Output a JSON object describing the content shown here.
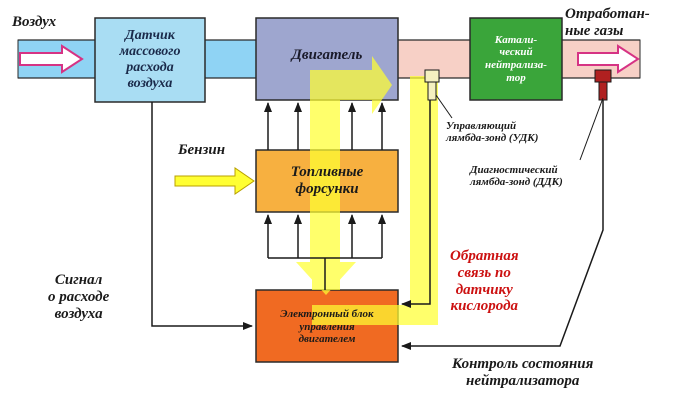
{
  "labels": {
    "air": "Воздух",
    "exhaust": "Отработан-\nные газы",
    "maf_sensor": "Датчик\nмассового\nрасхода\nвоздуха",
    "engine": "Двигатель",
    "catalyst": "Катали-\nческий\nнейтрализа-\nтор",
    "fuel": "Бензин",
    "injectors": "Топливные\nфорсунки",
    "ecu": "Электронный блок\nуправления\nдвигателем",
    "upstream_lambda": "Управляющий\nлямбда-зонд (УДК)",
    "downstream_lambda": "Диагностический\nлямбда-зонд (ДДК)",
    "air_flow_signal": "Сигнал\nо расходе\nвоздуха",
    "oxygen_feedback": "Обратная\nсвязь по\nдатчику\nкислорода",
    "catalyst_monitoring": "Контроль состояния\nнейтрализатора"
  },
  "colors": {
    "pipe_intake": "#8fd3f4",
    "pipe_exhaust": "#f7d0c6",
    "maf_box": "#a9ddf3",
    "engine_box": "#9ea6cf",
    "catalyst_box": "#3aa53a",
    "injector_box": "#f7b040",
    "ecu_box": "#f06a22",
    "feedback_path": "#ffff33",
    "feedback_text": "#cc1111"
  }
}
